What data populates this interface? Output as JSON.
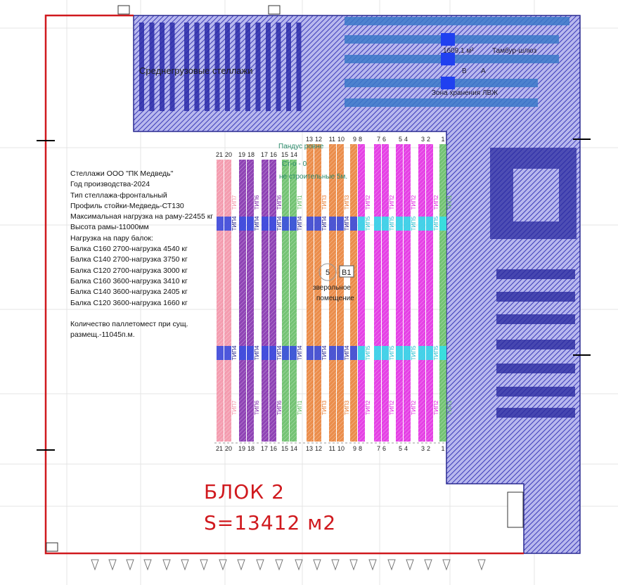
{
  "spec_lines": [
    "Стеллажи ООО \"ПК Медведь\"",
    "Год производства-2024",
    "Тип стеллажа-фронтальный",
    "Профиль стойки-Медведь-СТ130",
    "Максимальная нагрузка на раму-22455 кг",
    "Высота рамы-11000мм",
    "Нагрузка на пару балок:",
    "Балка С160 2700-нагрузка 4540 кг",
    "Балка С140 2700-нагрузка 3750 кг",
    "Балка С120 2700-нагрузка 3000 кг",
    "Балка С160 3600-нагрузка 3410 кг",
    "Балка С140 3600-нагрузка 2405 кг",
    "Балка С120 3600-нагрузка 1660 кг",
    "",
    "Количество паллетомест при сущ.",
    "размещ.-11045п.м."
  ],
  "block": {
    "title": "БЛОК 2",
    "area": "S=13412 м2"
  },
  "labels": {
    "mid_racks": "Среднегрузовые стеллажи",
    "area": "1609.1 м²",
    "airlock": "Тамбур-шлюз",
    "axis_b": "В",
    "axis_a": "А",
    "flammable_zone": "Зона хранения ЛВЖ",
    "ramp_1": "Пандус     ровне",
    "ramp_2": "Ст-о  - 0",
    "ramp_3": "не строительные 5м.",
    "circle_num": "5",
    "room_tag": "В1",
    "room_1": "зверольное",
    "room_2": "помещение"
  },
  "racks": [
    {
      "num": "21",
      "color": "#f28ca2",
      "type": "ТИП7",
      "tall": false
    },
    {
      "num": "20",
      "color": "#f28ca2",
      "type": "ТИП7",
      "tall": false
    },
    {
      "num": "19",
      "color": "#7b22a8",
      "type": "ТИП6",
      "tall": false
    },
    {
      "num": "18",
      "color": "#7b22a8",
      "type": "ТИП6",
      "tall": false
    },
    {
      "num": "17",
      "color": "#7b22a8",
      "type": "ТИП6",
      "tall": false
    },
    {
      "num": "16",
      "color": "#7b22a8",
      "type": "ТИП6",
      "tall": false
    },
    {
      "num": "15",
      "color": "#5cb85c",
      "type": "ТИП1",
      "tall": false
    },
    {
      "num": "14",
      "color": "#5cb85c",
      "type": "ТИП1",
      "tall": false
    },
    {
      "num": "13",
      "color": "#e8792c",
      "type": "ТИП3",
      "tall": true
    },
    {
      "num": "12",
      "color": "#e8792c",
      "type": "ТИП3",
      "tall": true
    },
    {
      "num": "11",
      "color": "#e8792c",
      "type": "ТИП3",
      "tall": true
    },
    {
      "num": "10",
      "color": "#e8792c",
      "type": "ТИП3",
      "tall": true
    },
    {
      "num": "9",
      "color": "#e8792c",
      "type": "ТИП3",
      "tall": true
    },
    {
      "num": "8",
      "color": "#e020e0",
      "type": "ТИП2",
      "tall": true
    },
    {
      "num": "7",
      "color": "#e020e0",
      "type": "ТИП2",
      "tall": true
    },
    {
      "num": "6",
      "color": "#e020e0",
      "type": "ТИП2",
      "tall": true
    },
    {
      "num": "5",
      "color": "#e020e0",
      "type": "ТИП2",
      "tall": true
    },
    {
      "num": "4",
      "color": "#e020e0",
      "type": "ТИП2",
      "tall": true
    },
    {
      "num": "3",
      "color": "#e020e0",
      "type": "ТИП2",
      "tall": true
    },
    {
      "num": "2",
      "color": "#e020e0",
      "type": "ТИП2",
      "tall": true
    },
    {
      "num": "1",
      "color": "#5cb85c",
      "type": "ТИП1",
      "tall": true
    }
  ],
  "band_types": {
    "left": "ТИП4",
    "right": "ТИП5"
  },
  "colors": {
    "wall": "#d0191e",
    "zone": "#3a3ab8",
    "band_left": "#3b4fe0",
    "band_right": "#33e0e8"
  }
}
